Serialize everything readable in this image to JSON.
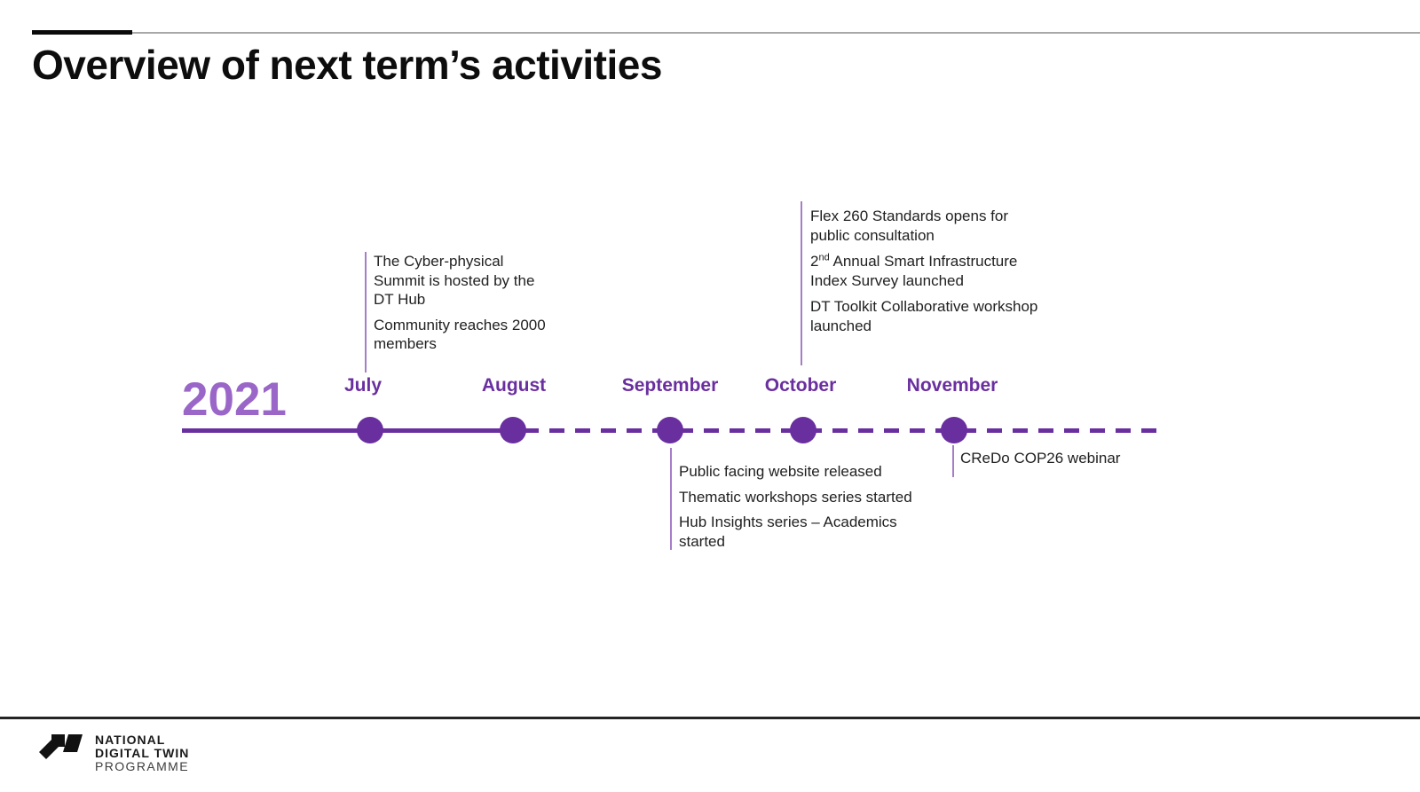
{
  "colors": {
    "accent": "#6a2f9f",
    "year": "#9a67c9",
    "leader": "#a57ec8",
    "text": "#212121",
    "rule_gray": "#a8a8a8",
    "rule_black": "#0a0a0a",
    "footer_line": "#242424"
  },
  "header": {
    "title": "Overview of next term’s activities"
  },
  "timeline": {
    "year": "2021",
    "months": [
      {
        "label": "July"
      },
      {
        "label": "August"
      },
      {
        "label": "September"
      },
      {
        "label": "October"
      },
      {
        "label": "November"
      }
    ],
    "events": {
      "july": [
        "The Cyber-physical Summit is hosted by the DT Hub",
        "Community reaches 2000 members"
      ],
      "october": {
        "first": "Flex 260 Standards opens for public consultation",
        "second_prefix": "2",
        "second_sup": "nd",
        "second_rest": " Annual Smart Infrastructure Index Survey launched",
        "third": "DT Toolkit Collaborative workshop launched"
      },
      "september": [
        "Public facing website released",
        "Thematic workshops series started",
        "Hub Insights series – Academics started"
      ],
      "november": "CReDo COP26 webinar"
    }
  },
  "footer": {
    "logo_icon": "ndt-logo-mark",
    "lines": [
      "NATIONAL",
      "DIGITAL TWIN",
      "PROGRAMME"
    ]
  }
}
